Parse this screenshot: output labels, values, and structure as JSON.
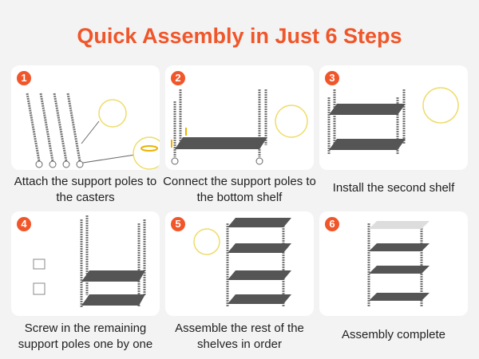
{
  "title": "Quick Assembly in Just 6 Steps",
  "accent": "#f0562a",
  "steps": [
    {
      "number": "1",
      "caption": "Attach the support poles to the casters"
    },
    {
      "number": "2",
      "caption": "Connect the support poles to the bottom shelf"
    },
    {
      "number": "3",
      "caption": "Install the second shelf"
    },
    {
      "number": "4",
      "caption": "Screw in the remaining support poles one by one"
    },
    {
      "number": "5",
      "caption": "Assemble the rest of the shelves in order"
    },
    {
      "number": "6",
      "caption": "Assembly complete"
    }
  ]
}
